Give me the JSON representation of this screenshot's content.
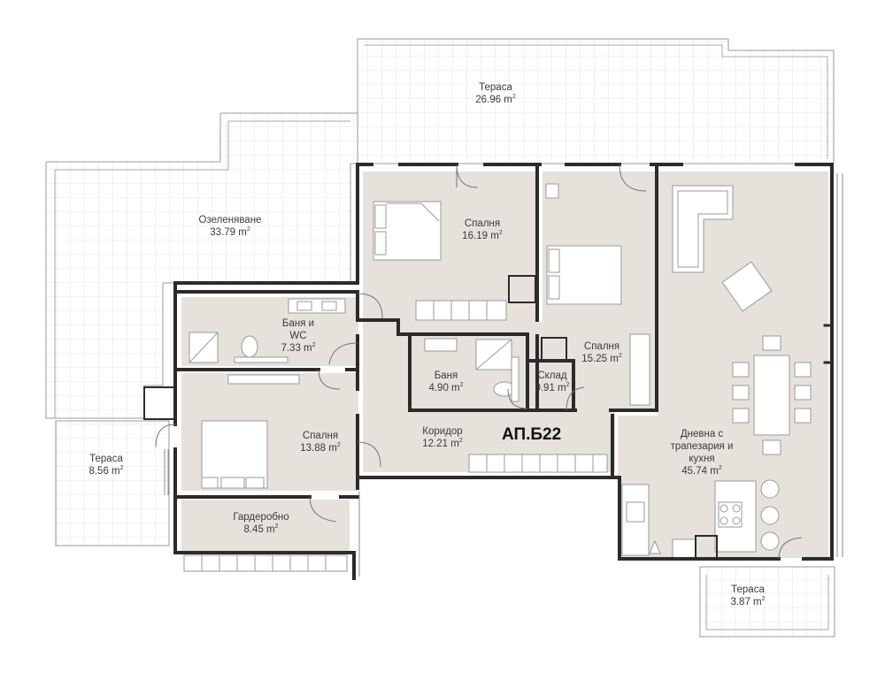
{
  "apartment_id": "АП.Б22",
  "area_unit": "m",
  "area_unit_exp": "2",
  "rooms": [
    {
      "key": "terrace_top",
      "name": "Тераса",
      "area": "26.96"
    },
    {
      "key": "greenery",
      "name": "Озеленяване",
      "area": "33.79"
    },
    {
      "key": "bedroom_1",
      "name": "Спалня",
      "area": "16.19"
    },
    {
      "key": "bedroom_2",
      "name": "Спалня",
      "area": "15.25"
    },
    {
      "key": "bath_wc",
      "name": "Баня и WC",
      "area": "7.33"
    },
    {
      "key": "bath",
      "name": "Баня",
      "area": "4.90"
    },
    {
      "key": "storage",
      "name": "Склад",
      "area": "0.91"
    },
    {
      "key": "bedroom_3",
      "name": "Спалня",
      "area": "13.88"
    },
    {
      "key": "corridor",
      "name": "Коридор",
      "area": "12.21"
    },
    {
      "key": "living",
      "name": "Дневна с трапезария и кухня",
      "area": "45.74"
    },
    {
      "key": "terrace_left",
      "name": "Тераса",
      "area": "8.56"
    },
    {
      "key": "wardrobe",
      "name": "Гардеробно",
      "area": "8.45"
    },
    {
      "key": "terrace_bottom",
      "name": "Тераса",
      "area": "3.87"
    }
  ],
  "colors": {
    "wall": "#2b2b2b",
    "floor": "#e6e1da",
    "terrace_tile": "#c9c9c9",
    "furniture": "#ffffff",
    "text": "#3a3a3a"
  }
}
